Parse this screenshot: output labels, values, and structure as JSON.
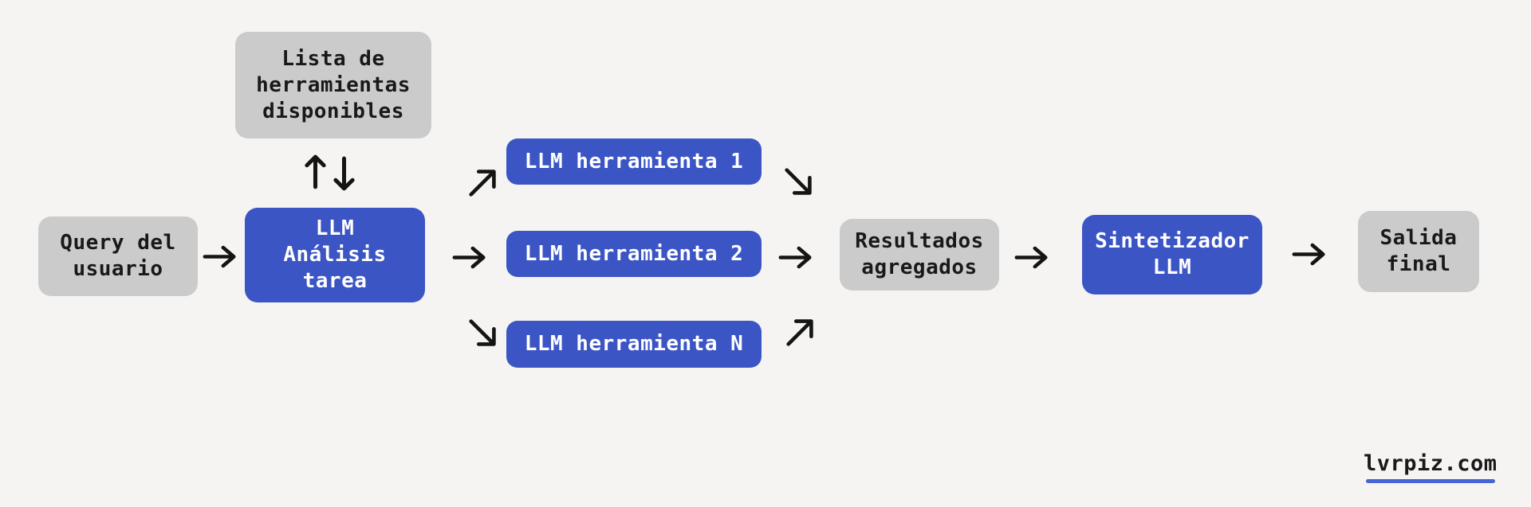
{
  "colors": {
    "background": "#f5f4f2",
    "node_gray": "#cbcbcb",
    "node_blue": "#3b55c5",
    "text_dark": "#19191b",
    "text_light": "#ffffff",
    "arrow": "#141414",
    "link_underline": "#4565d5"
  },
  "nodes": {
    "user_query": {
      "lines": [
        "Query del",
        "usuario"
      ]
    },
    "tool_list": {
      "lines": [
        "Lista de",
        "herramientas",
        "disponibles"
      ]
    },
    "task_analysis": {
      "lines": [
        "LLM",
        "Análisis",
        "tarea"
      ]
    },
    "tool_1": {
      "label": "LLM herramienta 1"
    },
    "tool_2": {
      "label": "LLM herramienta 2"
    },
    "tool_n": {
      "label": "LLM herramienta N"
    },
    "aggregated_results": {
      "lines": [
        "Resultados",
        "agregados"
      ]
    },
    "synthesizer": {
      "lines": [
        "Sintetizador",
        "LLM"
      ]
    },
    "final_output": {
      "lines": [
        "Salida",
        "final"
      ]
    }
  },
  "arrows": [
    {
      "from": "user_query",
      "to": "task_analysis",
      "direction": "right"
    },
    {
      "from": "task_analysis",
      "to": "tool_list",
      "direction": "up"
    },
    {
      "from": "tool_list",
      "to": "task_analysis",
      "direction": "down"
    },
    {
      "from": "task_analysis",
      "to": "tool_1",
      "direction": "up-right"
    },
    {
      "from": "task_analysis",
      "to": "tool_2",
      "direction": "right"
    },
    {
      "from": "task_analysis",
      "to": "tool_n",
      "direction": "down-right"
    },
    {
      "from": "tool_1",
      "to": "aggregated_results",
      "direction": "down-right"
    },
    {
      "from": "tool_2",
      "to": "aggregated_results",
      "direction": "right"
    },
    {
      "from": "tool_n",
      "to": "aggregated_results",
      "direction": "up-right"
    },
    {
      "from": "aggregated_results",
      "to": "synthesizer",
      "direction": "right"
    },
    {
      "from": "synthesizer",
      "to": "final_output",
      "direction": "right"
    }
  ],
  "watermark": {
    "text": "lvrpiz.com"
  }
}
